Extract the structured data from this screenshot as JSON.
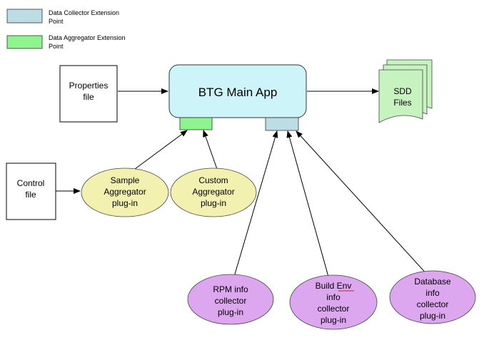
{
  "colors": {
    "collector_point": "#bcdde3",
    "aggregator_point": "#8ef58e",
    "main_app": "#cdf4f9",
    "aggregator_plugin": "#f3f1b0",
    "collector_plugin": "#dca7ef",
    "sdd_files": "#c7f3c1"
  },
  "legend": {
    "collector": {
      "line1": "Data Collector Extension",
      "line2": "Point"
    },
    "aggregator": {
      "line1": "Data Aggregator Extension",
      "line2": "Point"
    }
  },
  "nodes": {
    "properties_file": {
      "line1": "Properties",
      "line2": "file"
    },
    "control_file": {
      "line1": "Control",
      "line2": "file"
    },
    "main_app": {
      "label": "BTG Main App"
    },
    "sdd_files": {
      "line1": "SDD",
      "line2": "Files"
    },
    "sample_aggregator": {
      "line1": "Sample",
      "line2": "Aggregator",
      "line3": "plug-in"
    },
    "custom_aggregator": {
      "line1": "Custom",
      "line2": "Aggregator",
      "line3": "plug-in"
    },
    "rpm_collector": {
      "line1": "RPM info",
      "line2": "collector",
      "line3": "plug-in"
    },
    "build_env_collector": {
      "line1": "Build Env",
      "line2": "info",
      "line3": "collector",
      "line4": "plug-in"
    },
    "database_collector": {
      "line1": "Database",
      "line2": "info",
      "line3": "collector",
      "line4": "plug-in"
    }
  }
}
